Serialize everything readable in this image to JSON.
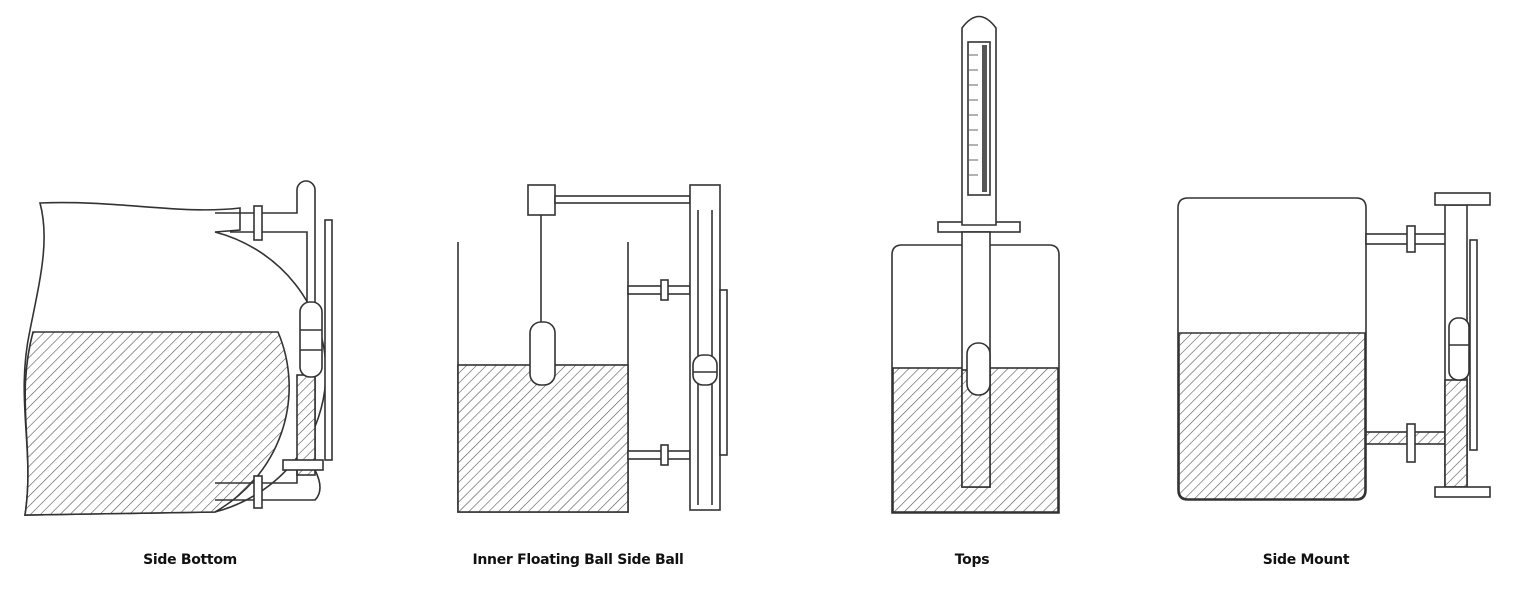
{
  "diagrams": [
    {
      "caption": "Side Bottom"
    },
    {
      "caption": "Inner Floating Ball Side Ball"
    },
    {
      "caption": "Tops"
    },
    {
      "caption": "Side Mount"
    }
  ]
}
